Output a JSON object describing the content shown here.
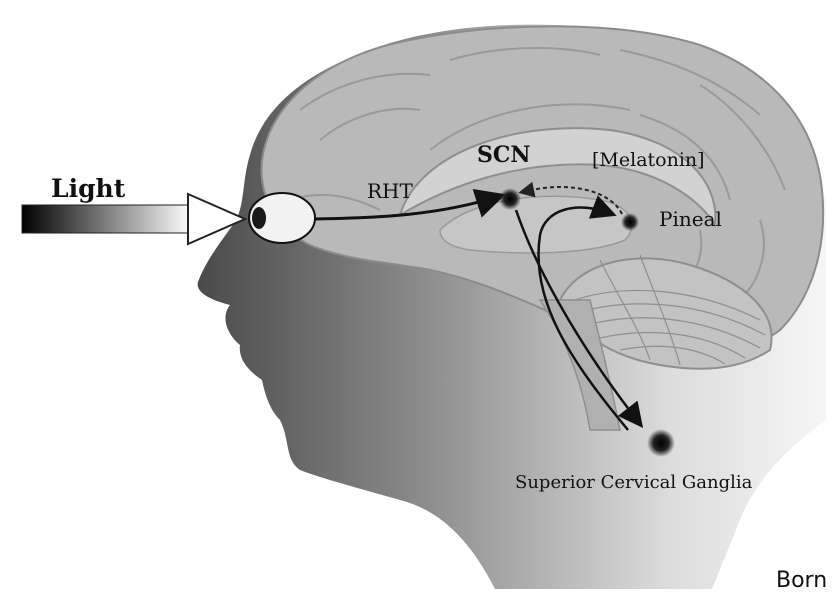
{
  "labels": {
    "light": "Light",
    "rht": "RHT",
    "scn": "SCN",
    "melatonin": "[Melatonin]",
    "pineal": "Pineal",
    "ganglia": "Superior Cervical Ganglia",
    "cropped_text": "Born"
  }
}
